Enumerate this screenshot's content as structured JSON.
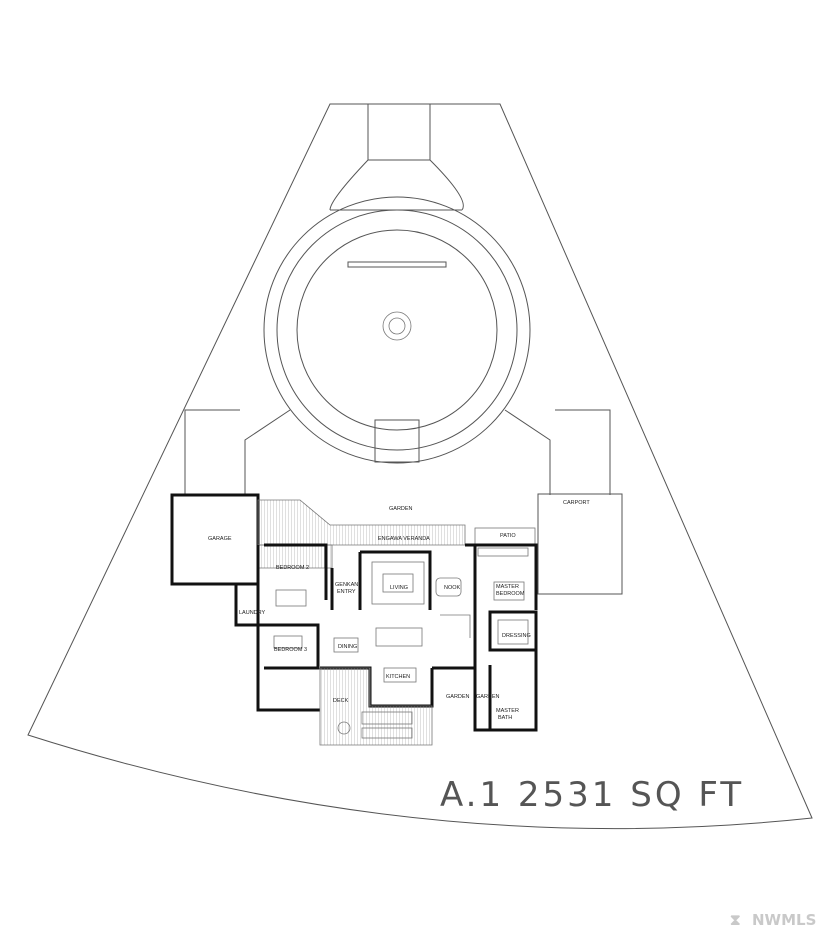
{
  "plan": {
    "area_label": "A.1 2531 SQ FT",
    "watermark": "NWMLS"
  },
  "rooms": {
    "garden_north": "GARDEN",
    "carport": "CARPORT",
    "garage": "GARAGE",
    "engawa": "ENGAWA VERANDA",
    "patio": "PATIO",
    "bedroom2": "BEDROOM 2",
    "genkan_line1": "GENKAN",
    "genkan_line2": "ENTRY",
    "living": "LIVING",
    "nook": "NOOK",
    "master_line1": "MASTER",
    "master_line2": "BEDROOM",
    "laundry": "LAUNDRY",
    "dressing": "DRESSING",
    "bedroom3": "BEDROOM 3",
    "dining": "DINING",
    "kitchen": "KITCHEN",
    "deck": "DECK",
    "garden_mid": "GARDEN",
    "garden_small": "GARDEN",
    "bath_line1": "MASTER",
    "bath_line2": "BATH"
  }
}
